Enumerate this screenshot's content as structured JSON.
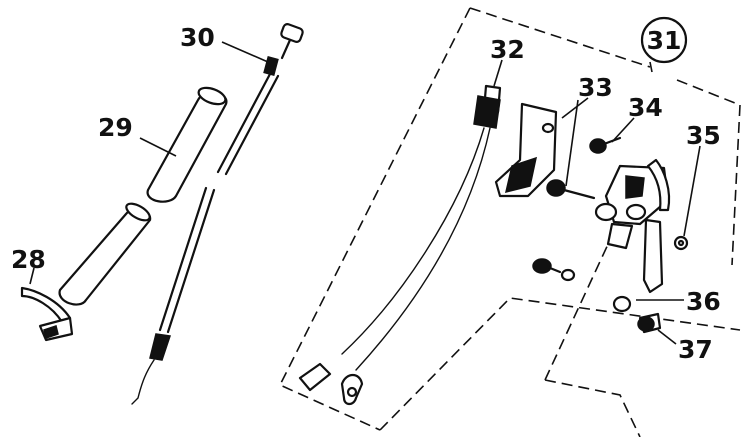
{
  "diagram": {
    "labels": {
      "p28": "28",
      "p29": "29",
      "p30": "30",
      "p31": "31",
      "p32": "32",
      "p33": "33",
      "p34": "34",
      "p35": "35",
      "p36": "36",
      "p37": "37"
    },
    "colors": {
      "ink": "#111111",
      "paper": "#ffffff"
    }
  }
}
